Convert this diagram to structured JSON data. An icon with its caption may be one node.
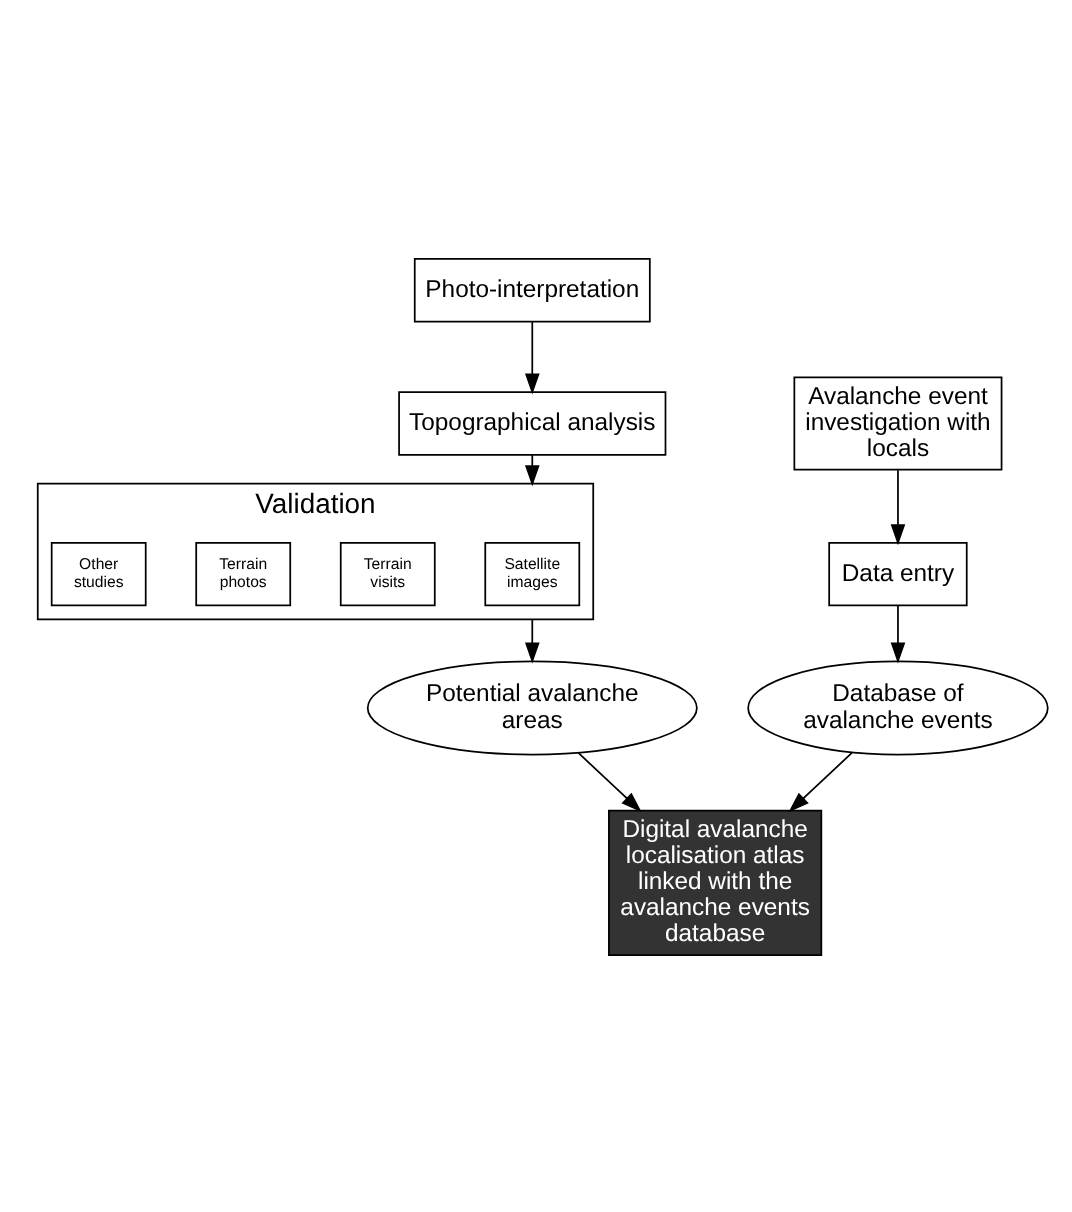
{
  "diagram": {
    "nodes": [
      {
        "text": [
          "Photo-interpretation"
        ]
      },
      {
        "text": [
          "Topographical analysis"
        ]
      },
      {
        "text": [
          "Validation"
        ]
      },
      {
        "text": [
          "Satellite images"
        ],
        "in": 2
      },
      {
        "text": [
          "Terrain visits"
        ],
        "in": 2
      },
      {
        "text": [
          "Terrain photos"
        ],
        "in": 2
      },
      {
        "text": [
          "Other studies"
        ],
        "in": 2
      },
      {
        "text": [
          "Avalanche event investigation with locals"
        ]
      },
      {
        "text": [
          "Data entry"
        ]
      },
      {
        "text": [
          "Potential avalanche areas"
        ]
      },
      {
        "text": [
          "Database of avalanche events"
        ]
      },
      {
        "text": [
          "Digital avalanche localisation atlas linked with the avalanche events database"
        ]
      }
    ],
    "edges": [
      {
        "from": 0,
        "to": 1,
        "arrow": "to"
      },
      {
        "from": 1,
        "to": 2,
        "arrow": "to"
      },
      {
        "from": 2,
        "to": 9,
        "arrow": "to"
      },
      {
        "from": 7,
        "to": 8,
        "arrow": "to"
      },
      {
        "from": 8,
        "to": 10,
        "arrow": "to"
      },
      {
        "from": 9,
        "to": 11,
        "arrow": "to"
      },
      {
        "from": 10,
        "to": 11,
        "arrow": "to"
      }
    ]
  }
}
